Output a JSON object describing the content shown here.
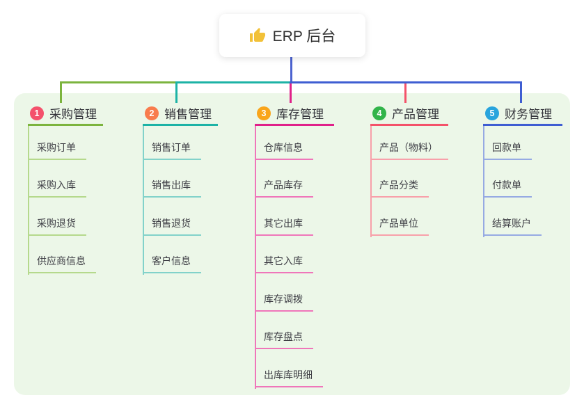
{
  "root_node": {
    "icon": "thumbs-up-icon",
    "label": "ERP 后台"
  },
  "canvas": {
    "background": "#ffffff",
    "panel_background": "#ecf7e8",
    "root_line_color": "#4c63d0",
    "thumb_color": "#f2c138"
  },
  "branches": [
    {
      "num": "1",
      "title": "采购管理",
      "badge_color": "#f4516c",
      "line_color": "#7cb43e",
      "child_line_color": "#b5d98c",
      "children": [
        "采购订单",
        "采购入库",
        "采购退货",
        "供应商信息"
      ]
    },
    {
      "num": "2",
      "title": "销售管理",
      "badge_color": "#f87c4d",
      "line_color": "#1db3a6",
      "child_line_color": "#82d2ca",
      "children": [
        "销售订单",
        "销售出库",
        "销售退货",
        "客户信息"
      ]
    },
    {
      "num": "3",
      "title": "库存管理",
      "badge_color": "#f9a51b",
      "line_color": "#e0218a",
      "child_line_color": "#ef76ba",
      "children": [
        "仓库信息",
        "产品库存",
        "其它出库",
        "其它入库",
        "库存调拨",
        "库存盘点",
        "出库库明细"
      ]
    },
    {
      "num": "4",
      "title": "产品管理",
      "badge_color": "#32b44a",
      "line_color": "#f4526a",
      "child_line_color": "#f8a0aa",
      "children": [
        "产品（物料）",
        "产品分类",
        "产品单位"
      ]
    },
    {
      "num": "5",
      "title": "财务管理",
      "badge_color": "#28a4dd",
      "line_color": "#3f5ed2",
      "child_line_color": "#96aae3",
      "children": [
        "回款单",
        "付款单",
        "结算账户"
      ]
    }
  ]
}
